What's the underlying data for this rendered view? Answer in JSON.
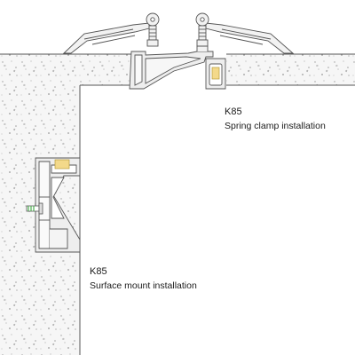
{
  "spring_clamp": {
    "model": "K85",
    "installation": "Spring clamp installation"
  },
  "surface_mount": {
    "model": "K85",
    "installation": "Surface mount installation"
  },
  "colors": {
    "concrete_fill": "#f6f6f6",
    "outline": "#555555",
    "profile_fill": "#eeeeee",
    "diffuser_fill": "#ffffff",
    "led_chip": "#f3d98a",
    "screw_accent": "#4caf50"
  }
}
